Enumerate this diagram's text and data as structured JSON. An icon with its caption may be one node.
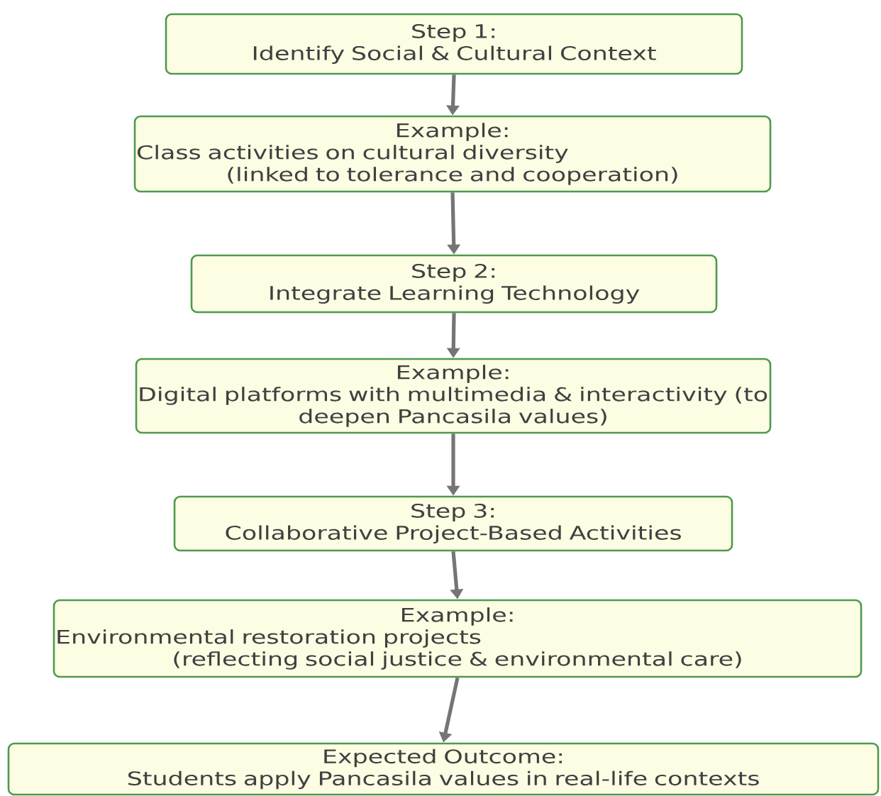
{
  "diagram": {
    "nodes": [
      {
        "text": [
          "Step 1:",
          "Identify Social & Cultural Context"
        ]
      },
      {
        "text": [
          "Example:",
          "Class activities on cultural diversity (linked to tolerance and cooperation)"
        ]
      },
      {
        "text": [
          "Step 2:",
          "Integrate Learning Technology"
        ]
      },
      {
        "text": [
          "Example:",
          "Digital platforms with multimedia & interactivity (to deepen Pancasila values)"
        ]
      },
      {
        "text": [
          "Step 3:",
          "Collaborative Project-Based Activities"
        ]
      },
      {
        "text": [
          "Example:",
          "Environmental restoration projects (reflecting social justice & environmental care)"
        ]
      },
      {
        "text": [
          "Expected Outcome:",
          "Students apply Pancasila values in real-life contexts"
        ]
      }
    ],
    "edges": [
      {
        "from": 0,
        "to": 1,
        "arrow": "to"
      },
      {
        "from": 1,
        "to": 2,
        "arrow": "to"
      },
      {
        "from": 2,
        "to": 3,
        "arrow": "to"
      },
      {
        "from": 3,
        "to": 4,
        "arrow": "to"
      },
      {
        "from": 4,
        "to": 5,
        "arrow": "to"
      },
      {
        "from": 5,
        "to": 6,
        "arrow": "to"
      }
    ]
  }
}
